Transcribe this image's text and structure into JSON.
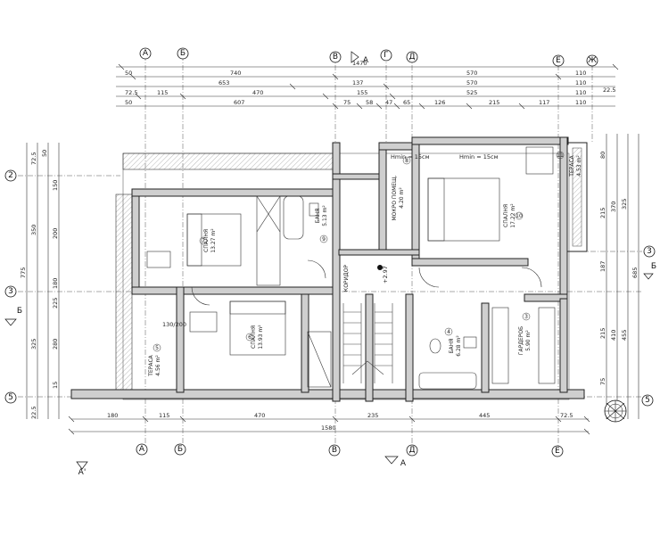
{
  "axes": {
    "top": [
      "А",
      "Б",
      "В",
      "Г",
      "Д",
      "Е",
      "Ж"
    ],
    "bottom": [
      "А",
      "Б",
      "В",
      "Д",
      "Е"
    ],
    "left": [
      "2",
      "3",
      "5"
    ],
    "right": [
      "3",
      "5"
    ],
    "section_marks": [
      "Б",
      "Б",
      "А",
      "А",
      "А'"
    ]
  },
  "dimensions": {
    "top_total": "1470",
    "top_row1": [
      "50",
      "740",
      "570",
      "110"
    ],
    "top_row2": [
      "653",
      "137",
      "570",
      "110"
    ],
    "top_row3": [
      "72.5",
      "115",
      "470",
      "155",
      "525",
      "110",
      "22.5"
    ],
    "top_row4": [
      "50",
      "607",
      "75",
      "58",
      "47",
      "65",
      "126",
      "215",
      "117",
      "110"
    ],
    "bottom_total": "1580",
    "bottom_row": [
      "180",
      "115",
      "470",
      "235",
      "445",
      "72.5"
    ],
    "left_total": "775",
    "left_col": [
      "72.5",
      "50",
      "150",
      "200",
      "350",
      "180",
      "225",
      "280",
      "15",
      "325",
      "22.5"
    ],
    "right_total": "685",
    "right_col": [
      "80",
      "370",
      "325",
      "215",
      "187",
      "410",
      "215",
      "455",
      "75"
    ]
  },
  "rooms": [
    {
      "name": "СПАЛНЯ",
      "area": "13.27 m²",
      "id": "7"
    },
    {
      "name": "МОКРО ПОМЕЩ.",
      "area": "4.20 m²",
      "id": "8"
    },
    {
      "name": "БАНЯ",
      "area": "5.13 m²",
      "id": "9"
    },
    {
      "name": "СПАЛНЯ",
      "area": "17.22 m²",
      "id": "10"
    },
    {
      "name": "ТЕРАСА",
      "area": "4.53 m²",
      "id": "11"
    },
    {
      "name": "КОРИДОР",
      "area": "",
      "id": ""
    },
    {
      "name": "СПАЛНЯ",
      "area": "13.93 m²",
      "id": "6"
    },
    {
      "name": "ТЕРАСА",
      "area": "4.56 m²",
      "id": "5"
    },
    {
      "name": "БАНЯ",
      "area": "6.28 m²",
      "id": "4"
    },
    {
      "name": "ГАРДЕРОБ",
      "area": "5.90 m²",
      "id": "3"
    }
  ],
  "notes": {
    "hmin1": "Hmin = 15см",
    "hmin2": "Hmin = 15см",
    "level": "+2.97",
    "sample_window": "130/200"
  }
}
